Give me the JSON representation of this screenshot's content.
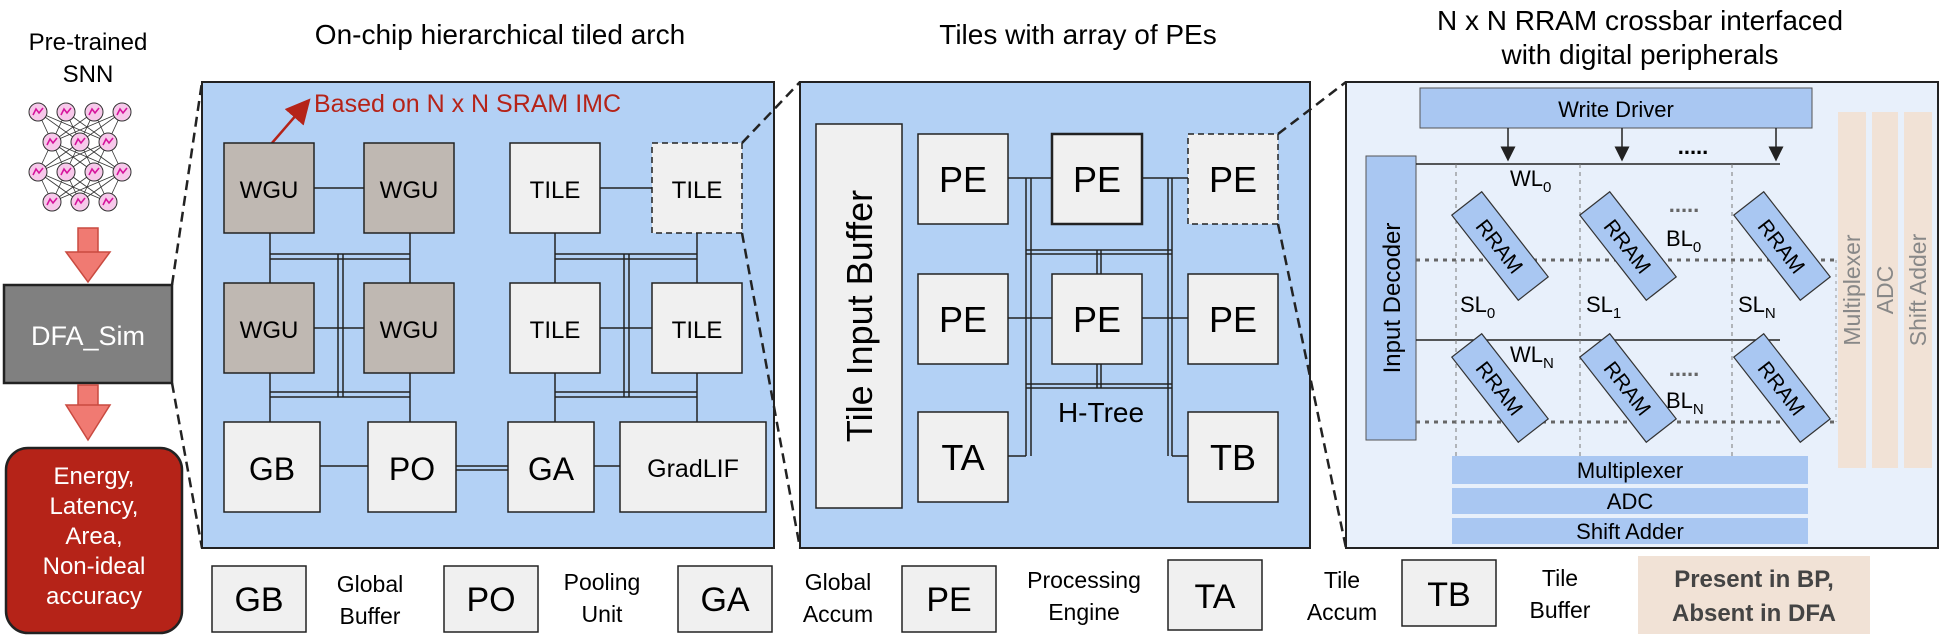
{
  "flow": {
    "pretrained_line1": "Pre-trained",
    "pretrained_line2": "SNN",
    "dfa_sim": "DFA_Sim",
    "output_lines": [
      "Energy,",
      "Latency,",
      "Area,",
      "Non-ideal",
      "accuracy"
    ]
  },
  "panel1": {
    "title": "On-chip hierarchical tiled arch",
    "annotation": "Based on N x N SRAM IMC",
    "wgu": [
      "WGU",
      "WGU",
      "WGU",
      "WGU"
    ],
    "tiles": [
      "TILE",
      "TILE",
      "TILE",
      "TILE"
    ],
    "bottom": [
      "GB",
      "PO",
      "GA",
      "GradLIF"
    ]
  },
  "panel2": {
    "title": "Tiles with array of PEs",
    "input_buffer": "Tile Input Buffer",
    "pe": [
      "PE",
      "PE",
      "PE",
      "PE",
      "PE",
      "PE"
    ],
    "ta": "TA",
    "tb": "TB",
    "htree": "H-Tree"
  },
  "panel3": {
    "title_line1": "N x N RRAM crossbar interfaced",
    "title_line2": "with digital peripherals",
    "write_driver": "Write Driver",
    "input_decoder": "Input Decoder",
    "rram": [
      "RRAM",
      "RRAM",
      "RRAM",
      "RRAM",
      "RRAM",
      "RRAM"
    ],
    "wl0": "WL",
    "wl0_sub": "0",
    "wln": "WL",
    "wln_sub": "N",
    "bl0": "BL",
    "bl0_sub": "0",
    "bln": "BL",
    "bln_sub": "N",
    "sl": [
      "SL",
      "SL",
      "SL"
    ],
    "sl_sub": [
      "0",
      "1",
      "N"
    ],
    "dots": ".....",
    "bottom_periph": [
      "Multiplexer",
      "ADC",
      "Shift Adder"
    ],
    "side_periph": [
      "Multiplexer",
      "ADC",
      "Shift Adder"
    ]
  },
  "legend": {
    "items": [
      {
        "abbr": "GB",
        "line1": "Global",
        "line2": "Buffer"
      },
      {
        "abbr": "PO",
        "line1": "Pooling",
        "line2": "Unit"
      },
      {
        "abbr": "GA",
        "line1": "Global",
        "line2": "Accum"
      },
      {
        "abbr": "PE",
        "line1": "Processing",
        "line2": "Engine"
      },
      {
        "abbr": "TA",
        "line1": "Tile",
        "line2": "Accum"
      },
      {
        "abbr": "TB",
        "line1": "Tile",
        "line2": "Buffer"
      }
    ],
    "bp_line1": "Present in BP,",
    "bp_line2": "Absent in DFA"
  },
  "colors": {
    "panel_blue": "#b3d1f5",
    "panel3_bg": "#e8f0fb",
    "box_grey": "#bfb8b2",
    "box_light": "#f0f0f0",
    "dfa_box": "#808080",
    "output_red": "#b52318",
    "arrow_red": "#f07a72",
    "annot_red": "#b52318",
    "rram_blue": "#a9c7f2",
    "peach": "#f1e2d6"
  }
}
